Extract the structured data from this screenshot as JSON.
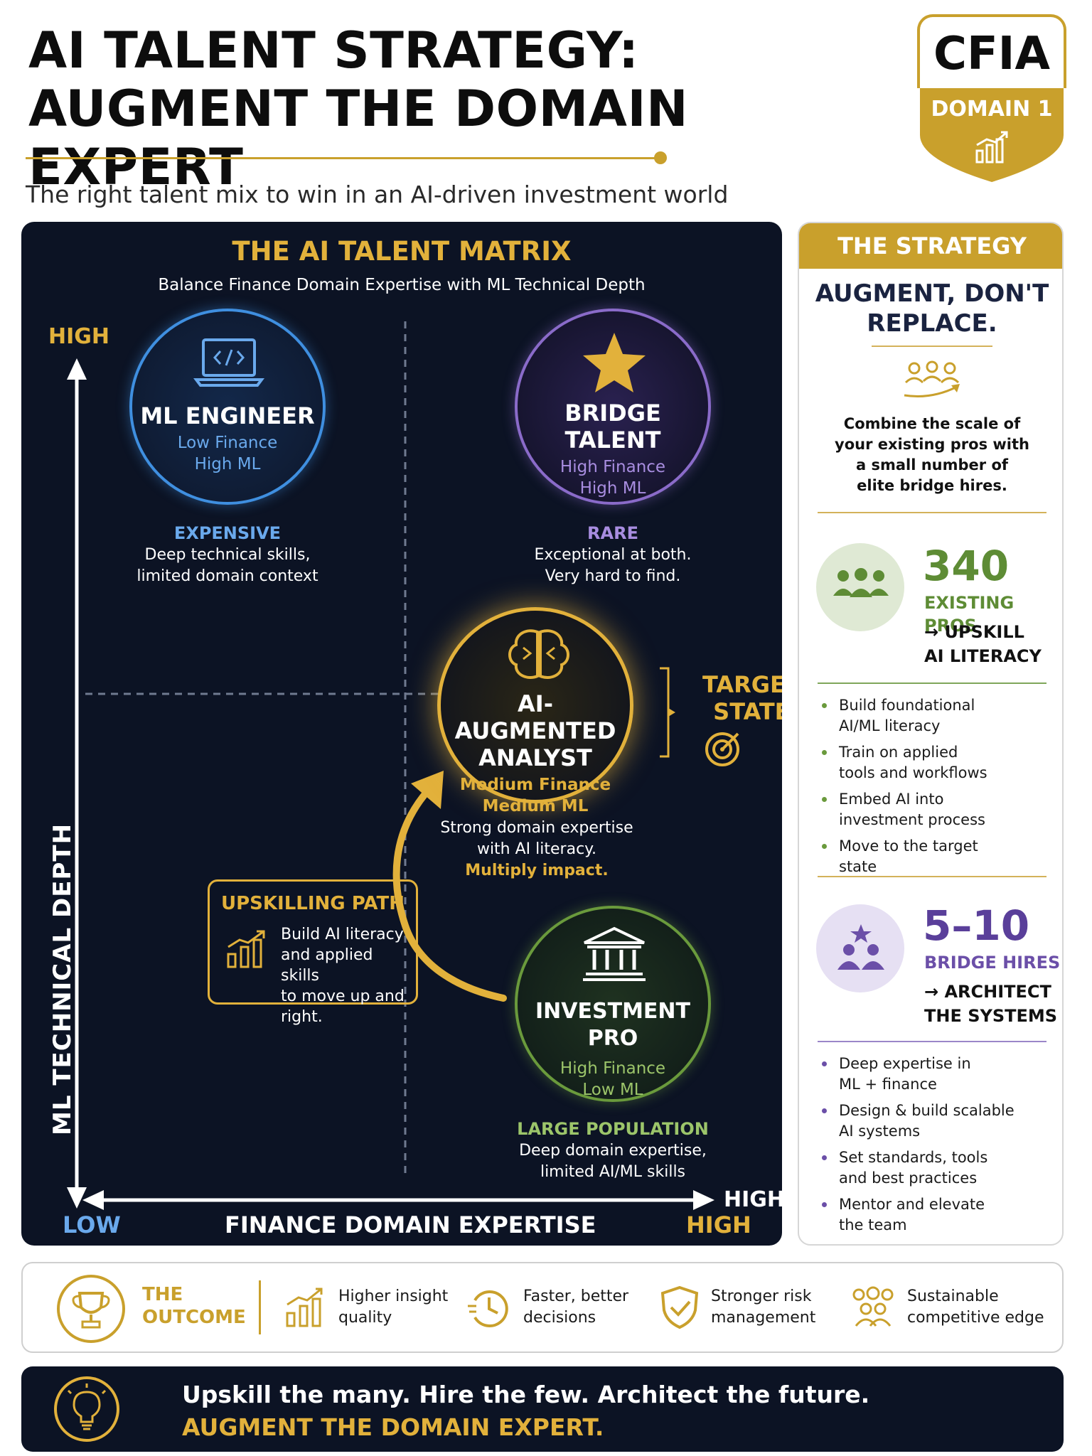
{
  "header": {
    "title_line1": "AI TALENT STRATEGY:",
    "title_line2": "AUGMENT THE DOMAIN EXPERT",
    "subtitle": "The right talent mix to win in an AI-driven investment world"
  },
  "badge": {
    "top": "CFIA",
    "label": "DOMAIN 1",
    "icon": "chart-bars-icon"
  },
  "matrix": {
    "title": "THE AI TALENT MATRIX",
    "subtitle": "Balance Finance Domain Expertise with ML Technical Depth",
    "y_axis": {
      "label": "ML TECHNICAL DEPTH",
      "high": "HIGH",
      "low": "LOW"
    },
    "x_axis": {
      "label": "FINANCE DOMAIN EXPERTISE",
      "low": "LOW",
      "high": "HIGH",
      "high_arrow": "HIGH"
    },
    "quadrants": {
      "ml_engineer": {
        "name": "ML ENGINEER",
        "line1": "Low Finance",
        "line2": "High ML",
        "tag": "EXPENSIVE",
        "desc1": "Deep technical skills,",
        "desc2": "limited domain context",
        "icon": "laptop-code-icon",
        "color": "#3f8fe0"
      },
      "bridge": {
        "name": "BRIDGE TALENT",
        "line1": "High Finance",
        "line2": "High ML",
        "tag": "RARE",
        "desc1": "Exceptional at both.",
        "desc2": "Very hard to find.",
        "icon": "star-icon",
        "color": "#8a6bc9"
      },
      "analyst": {
        "name1": "AI-AUGMENTED",
        "name2": "ANALYST",
        "line1": "Medium Finance",
        "line2": "Medium ML",
        "desc1": "Strong domain expertise",
        "desc2": "with AI literacy.",
        "desc3": "Multiply impact.",
        "icon": "brain-icon",
        "color": "#e2b13b"
      },
      "investment_pro": {
        "name": "INVESTMENT PRO",
        "line1": "High Finance",
        "line2": "Low ML",
        "tag": "LARGE POPULATION",
        "desc1": "Deep domain expertise,",
        "desc2": "limited AI/ML skills",
        "icon": "bank-icon",
        "color": "#6a9a3c"
      }
    },
    "target": {
      "line1": "TARGET",
      "line2": "STATE",
      "icon": "target-icon"
    },
    "upskilling": {
      "title": "UPSKILLING PATH",
      "text1": "Build AI literacy",
      "text2": "and applied skills",
      "text3": "to move up and",
      "text4": "right.",
      "icon": "growth-chart-icon"
    }
  },
  "strategy": {
    "header": "THE STRATEGY",
    "heading1": "AUGMENT, DON'T",
    "heading2": "REPLACE.",
    "desc": [
      "Combine the scale of",
      "your existing pros with",
      "a small number of",
      "elite bridge hires."
    ],
    "existing": {
      "number": "340",
      "caption": "EXISTING PROS",
      "arrow1": "→ UPSKILL",
      "arrow2": "AI LITERACY",
      "bullets": [
        [
          "Build foundational",
          "AI/ML literacy"
        ],
        [
          "Train on applied",
          "tools and workflows"
        ],
        [
          "Embed AI into",
          "investment process"
        ],
        [
          "Move to the target",
          "state"
        ]
      ]
    },
    "bridge": {
      "number": "5–10",
      "caption": "BRIDGE HIRES",
      "arrow1": "→ ARCHITECT",
      "arrow2": "THE SYSTEMS",
      "bullets": [
        [
          "Deep expertise in",
          "ML + finance"
        ],
        [
          "Design & build scalable",
          "AI systems"
        ],
        [
          "Set standards, tools",
          "and best practices"
        ],
        [
          "Mentor and elevate",
          "the team"
        ]
      ]
    }
  },
  "outcome": {
    "title1": "THE",
    "title2": "OUTCOME",
    "items": [
      {
        "line1": "Higher insight",
        "line2": "quality",
        "icon": "bar-chart-icon"
      },
      {
        "line1": "Faster, better",
        "line2": "decisions",
        "icon": "clock-icon"
      },
      {
        "line1": "Stronger risk",
        "line2": "management",
        "icon": "shield-check-icon"
      },
      {
        "line1": "Sustainable",
        "line2": "competitive edge",
        "icon": "team-icon"
      }
    ]
  },
  "footer": {
    "line1": "Upskill the many. Hire the few. Architect the future.",
    "line2": "AUGMENT THE DOMAIN EXPERT.",
    "icon": "lightbulb-icon"
  },
  "colors": {
    "gold": "#c9a02c",
    "navy": "#0c1324",
    "blue": "#3f8fe0",
    "purple": "#8a6bc9",
    "green": "#6a9a3c"
  }
}
